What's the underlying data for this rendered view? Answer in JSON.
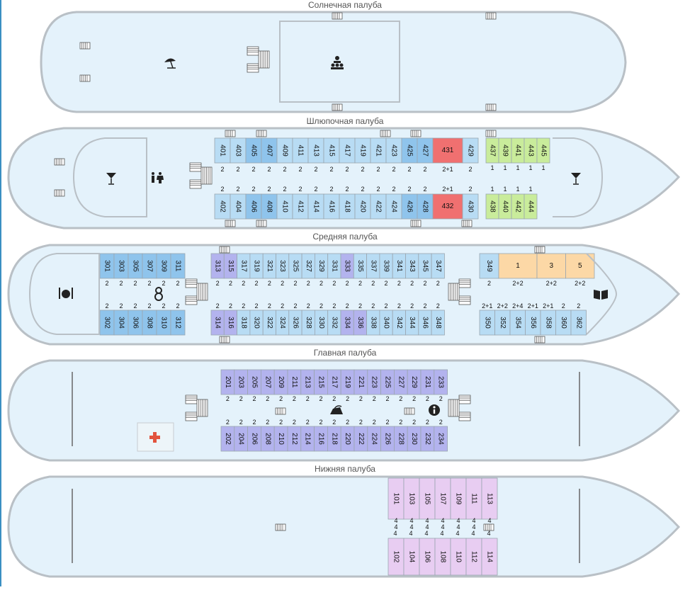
{
  "decks": [
    {
      "id": "sun",
      "title": "Солнечная палуба"
    },
    {
      "id": "boat",
      "title": "Шлюпочная палуба"
    },
    {
      "id": "middle",
      "title": "Средняя палуба"
    },
    {
      "id": "main",
      "title": "Главная палуба"
    },
    {
      "id": "lower",
      "title": "Нижняя палуба"
    }
  ],
  "colors": {
    "hull_fill": "#e4f2fb",
    "hull_stroke": "#b9c0c6",
    "blue": "#b8dcf4",
    "blue_dark": "#8fc4ec",
    "purple": "#b3b3ee",
    "purple_dark": "#9a9ae8",
    "pink": "#e8cdf2",
    "green": "#c9ec9b",
    "orange": "#fcd8a6",
    "red": "#f07070"
  },
  "boat_deck": {
    "top": [
      {
        "n": "401",
        "cap": "2",
        "c": "blue"
      },
      {
        "n": "403",
        "cap": "2",
        "c": "blue"
      },
      {
        "n": "405",
        "cap": "2",
        "c": "blue_dark"
      },
      {
        "n": "407",
        "cap": "2",
        "c": "blue_dark"
      },
      {
        "n": "409",
        "cap": "2",
        "c": "blue"
      },
      {
        "n": "411",
        "cap": "2",
        "c": "blue"
      },
      {
        "n": "413",
        "cap": "2",
        "c": "blue"
      },
      {
        "n": "415",
        "cap": "2",
        "c": "blue"
      },
      {
        "n": "417",
        "cap": "2",
        "c": "blue"
      },
      {
        "n": "419",
        "cap": "2",
        "c": "blue"
      },
      {
        "n": "421",
        "cap": "2",
        "c": "blue"
      },
      {
        "n": "423",
        "cap": "2",
        "c": "blue"
      },
      {
        "n": "425",
        "cap": "2",
        "c": "blue_dark"
      },
      {
        "n": "427",
        "cap": "2",
        "c": "blue_dark"
      },
      {
        "n": "431",
        "cap": "2+1",
        "c": "red"
      },
      {
        "n": "429",
        "cap": "2",
        "c": "blue"
      }
    ],
    "bottom": [
      {
        "n": "402",
        "cap": "2",
        "c": "blue"
      },
      {
        "n": "404",
        "cap": "2",
        "c": "blue"
      },
      {
        "n": "406",
        "cap": "2",
        "c": "blue_dark"
      },
      {
        "n": "408",
        "cap": "2",
        "c": "blue_dark"
      },
      {
        "n": "410",
        "cap": "2",
        "c": "blue"
      },
      {
        "n": "412",
        "cap": "2",
        "c": "blue"
      },
      {
        "n": "414",
        "cap": "2",
        "c": "blue"
      },
      {
        "n": "416",
        "cap": "2",
        "c": "blue"
      },
      {
        "n": "418",
        "cap": "2",
        "c": "blue"
      },
      {
        "n": "420",
        "cap": "2",
        "c": "blue"
      },
      {
        "n": "422",
        "cap": "2",
        "c": "blue"
      },
      {
        "n": "424",
        "cap": "2",
        "c": "blue"
      },
      {
        "n": "426",
        "cap": "2",
        "c": "blue_dark"
      },
      {
        "n": "428",
        "cap": "2",
        "c": "blue_dark"
      },
      {
        "n": "432",
        "cap": "2+1",
        "c": "red"
      },
      {
        "n": "430",
        "cap": "2",
        "c": "blue"
      }
    ],
    "green_top": [
      {
        "n": "437",
        "cap": "1"
      },
      {
        "n": "439",
        "cap": "1"
      },
      {
        "n": "441",
        "cap": "1"
      },
      {
        "n": "443",
        "cap": "1"
      },
      {
        "n": "445",
        "cap": "1"
      }
    ],
    "green_bottom": [
      {
        "n": "438",
        "cap": "1"
      },
      {
        "n": "440",
        "cap": "1"
      },
      {
        "n": "442",
        "cap": "1"
      },
      {
        "n": "444",
        "cap": "1"
      }
    ]
  },
  "middle_deck": {
    "fore_top": [
      {
        "n": "301",
        "cap": "2"
      },
      {
        "n": "303",
        "cap": "2"
      },
      {
        "n": "305",
        "cap": "2"
      },
      {
        "n": "307",
        "cap": "2"
      },
      {
        "n": "309",
        "cap": "2"
      },
      {
        "n": "311",
        "cap": "2"
      }
    ],
    "fore_bottom": [
      {
        "n": "302",
        "cap": "2"
      },
      {
        "n": "304",
        "cap": "2"
      },
      {
        "n": "306",
        "cap": "2"
      },
      {
        "n": "308",
        "cap": "2"
      },
      {
        "n": "310",
        "cap": "2"
      },
      {
        "n": "312",
        "cap": "2"
      }
    ],
    "mid_top": [
      {
        "n": "313",
        "cap": "2",
        "c": "purple"
      },
      {
        "n": "315",
        "cap": "2",
        "c": "purple"
      },
      {
        "n": "317",
        "cap": "2",
        "c": "blue"
      },
      {
        "n": "319",
        "cap": "2",
        "c": "blue"
      },
      {
        "n": "321",
        "cap": "2",
        "c": "blue"
      },
      {
        "n": "323",
        "cap": "2",
        "c": "blue"
      },
      {
        "n": "325",
        "cap": "2",
        "c": "blue"
      },
      {
        "n": "327",
        "cap": "2",
        "c": "blue"
      },
      {
        "n": "329",
        "cap": "2",
        "c": "blue"
      },
      {
        "n": "331",
        "cap": "2",
        "c": "blue"
      },
      {
        "n": "333",
        "cap": "2",
        "c": "purple"
      },
      {
        "n": "335",
        "cap": "2",
        "c": "blue"
      },
      {
        "n": "337",
        "cap": "2",
        "c": "blue"
      },
      {
        "n": "339",
        "cap": "2",
        "c": "blue"
      },
      {
        "n": "341",
        "cap": "2",
        "c": "blue"
      },
      {
        "n": "343",
        "cap": "2",
        "c": "blue"
      },
      {
        "n": "345",
        "cap": "2",
        "c": "blue"
      },
      {
        "n": "347",
        "cap": "2",
        "c": "blue"
      }
    ],
    "mid_bottom": [
      {
        "n": "314",
        "cap": "2",
        "c": "purple"
      },
      {
        "n": "316",
        "cap": "2",
        "c": "purple"
      },
      {
        "n": "318",
        "cap": "2",
        "c": "blue"
      },
      {
        "n": "320",
        "cap": "2",
        "c": "blue"
      },
      {
        "n": "322",
        "cap": "2",
        "c": "blue"
      },
      {
        "n": "324",
        "cap": "2",
        "c": "blue"
      },
      {
        "n": "326",
        "cap": "2",
        "c": "blue"
      },
      {
        "n": "328",
        "cap": "2",
        "c": "blue"
      },
      {
        "n": "330",
        "cap": "2",
        "c": "blue"
      },
      {
        "n": "332",
        "cap": "2",
        "c": "blue"
      },
      {
        "n": "334",
        "cap": "2",
        "c": "purple"
      },
      {
        "n": "336",
        "cap": "2",
        "c": "purple"
      },
      {
        "n": "338",
        "cap": "2",
        "c": "blue"
      },
      {
        "n": "340",
        "cap": "2",
        "c": "blue"
      },
      {
        "n": "342",
        "cap": "2",
        "c": "blue"
      },
      {
        "n": "344",
        "cap": "2",
        "c": "blue"
      },
      {
        "n": "346",
        "cap": "2",
        "c": "blue"
      },
      {
        "n": "348",
        "cap": "2",
        "c": "blue"
      }
    ],
    "aft_top": [
      {
        "n": "349",
        "cap": "2",
        "c": "blue",
        "w": 1
      },
      {
        "n": "1",
        "cap": "2+2",
        "c": "orange",
        "w": 2
      },
      {
        "n": "3",
        "cap": "2+2",
        "c": "orange",
        "w": 1.5
      },
      {
        "n": "5",
        "cap": "2+2",
        "c": "orange",
        "w": 1.5
      }
    ],
    "aft_bottom": [
      {
        "n": "350",
        "cap": "2+1"
      },
      {
        "n": "352",
        "cap": "2+2"
      },
      {
        "n": "354",
        "cap": "2+4"
      },
      {
        "n": "356",
        "cap": "2+1"
      },
      {
        "n": "358",
        "cap": "2+1"
      },
      {
        "n": "360",
        "cap": "2"
      },
      {
        "n": "362",
        "cap": "2"
      }
    ]
  },
  "main_deck": {
    "top": [
      "201",
      "203",
      "205",
      "207",
      "209",
      "211",
      "213",
      "215",
      "217",
      "219",
      "221",
      "223",
      "225",
      "227",
      "229",
      "231",
      "233"
    ],
    "bottom": [
      "202",
      "204",
      "206",
      "208",
      "210",
      "212",
      "214",
      "216",
      "218",
      "220",
      "222",
      "224",
      "226",
      "228",
      "230",
      "232",
      "234"
    ],
    "cap": "2"
  },
  "lower_deck": {
    "top": [
      "101",
      "103",
      "105",
      "107",
      "109",
      "111",
      "113"
    ],
    "bottom": [
      "102",
      "104",
      "106",
      "108",
      "110",
      "112",
      "114"
    ],
    "cap": "4"
  }
}
